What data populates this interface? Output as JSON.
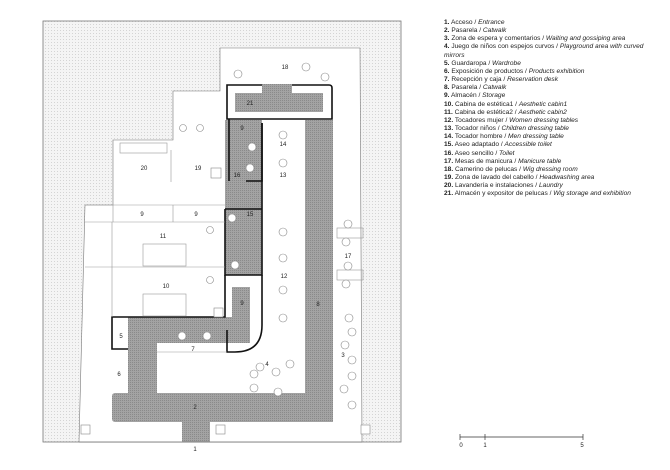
{
  "colors": {
    "hatch": "#9a9a9a",
    "wall": "#111111",
    "floor": "#ffffff",
    "site": "#f2f2f2"
  },
  "plan_labels": {
    "l1": "1",
    "l2": "2",
    "l3": "3",
    "l4": "4",
    "l5": "5",
    "l6": "6",
    "l7": "7",
    "l8": "8",
    "l9a": "9",
    "l9b": "9",
    "l9c": "9",
    "l9d": "9",
    "l10": "10",
    "l11": "11",
    "l12": "12",
    "l13": "13",
    "l14": "14",
    "l15": "15",
    "l16": "16",
    "l17": "17",
    "l18": "18",
    "l19": "19",
    "l20": "20",
    "l21": "21"
  },
  "scale_bar": {
    "ticks": [
      "0",
      "1",
      "5"
    ]
  },
  "legend": [
    {
      "num": "1.",
      "es": "Acceso /",
      "en": "Entrance"
    },
    {
      "num": "2.",
      "es": "Pasarela /",
      "en": "Catwalk"
    },
    {
      "num": "3.",
      "es": "Zona de espera y comentarios /",
      "en": "Waiting and gossiping area"
    },
    {
      "num": "4.",
      "es": "Juego de niños con espejos curvos /",
      "en": "Playground area with curved mirrors"
    },
    {
      "num": "5.",
      "es": "Guardaropa /",
      "en": "Wardrobe"
    },
    {
      "num": "6.",
      "es": "Exposición de productos /",
      "en": "Products exhibition"
    },
    {
      "num": "7.",
      "es": "Recepción y caja /",
      "en": "Reservation desk"
    },
    {
      "num": "8.",
      "es": "Pasarela /",
      "en": "Catwalk"
    },
    {
      "num": "9.",
      "es": "Almacén /",
      "en": "Storage"
    },
    {
      "num": "10.",
      "es": "Cabina de estética1 /",
      "en": "Aesthetic cabin1"
    },
    {
      "num": "11.",
      "es": "Cabina de estética2 /",
      "en": "Aesthetic cabin2"
    },
    {
      "num": "12.",
      "es": "Tocadores mujer /",
      "en": "Women dressing tables"
    },
    {
      "num": "13.",
      "es": "Tocador niños /",
      "en": "Children dressing table"
    },
    {
      "num": "14.",
      "es": "Tocador hombre /",
      "en": "Men dressing table"
    },
    {
      "num": "15.",
      "es": "Aseo adaptado /",
      "en": "Accessible toilet"
    },
    {
      "num": "16.",
      "es": "Aseo sencillo /",
      "en": "Toilet"
    },
    {
      "num": "17.",
      "es": "Mesas de manicura /",
      "en": "Manicure table"
    },
    {
      "num": "18.",
      "es": "Camerino de pelucas /",
      "en": "Wig dressing room"
    },
    {
      "num": "19.",
      "es": "Zona de lavado del cabello /",
      "en": "Headwashing area"
    },
    {
      "num": "20.",
      "es": "Lavandería e instalaciones /",
      "en": "Laundry"
    },
    {
      "num": "21.",
      "es": "Almacén y expositor de pelucas /",
      "en": "Wig storage and exhibition"
    }
  ]
}
